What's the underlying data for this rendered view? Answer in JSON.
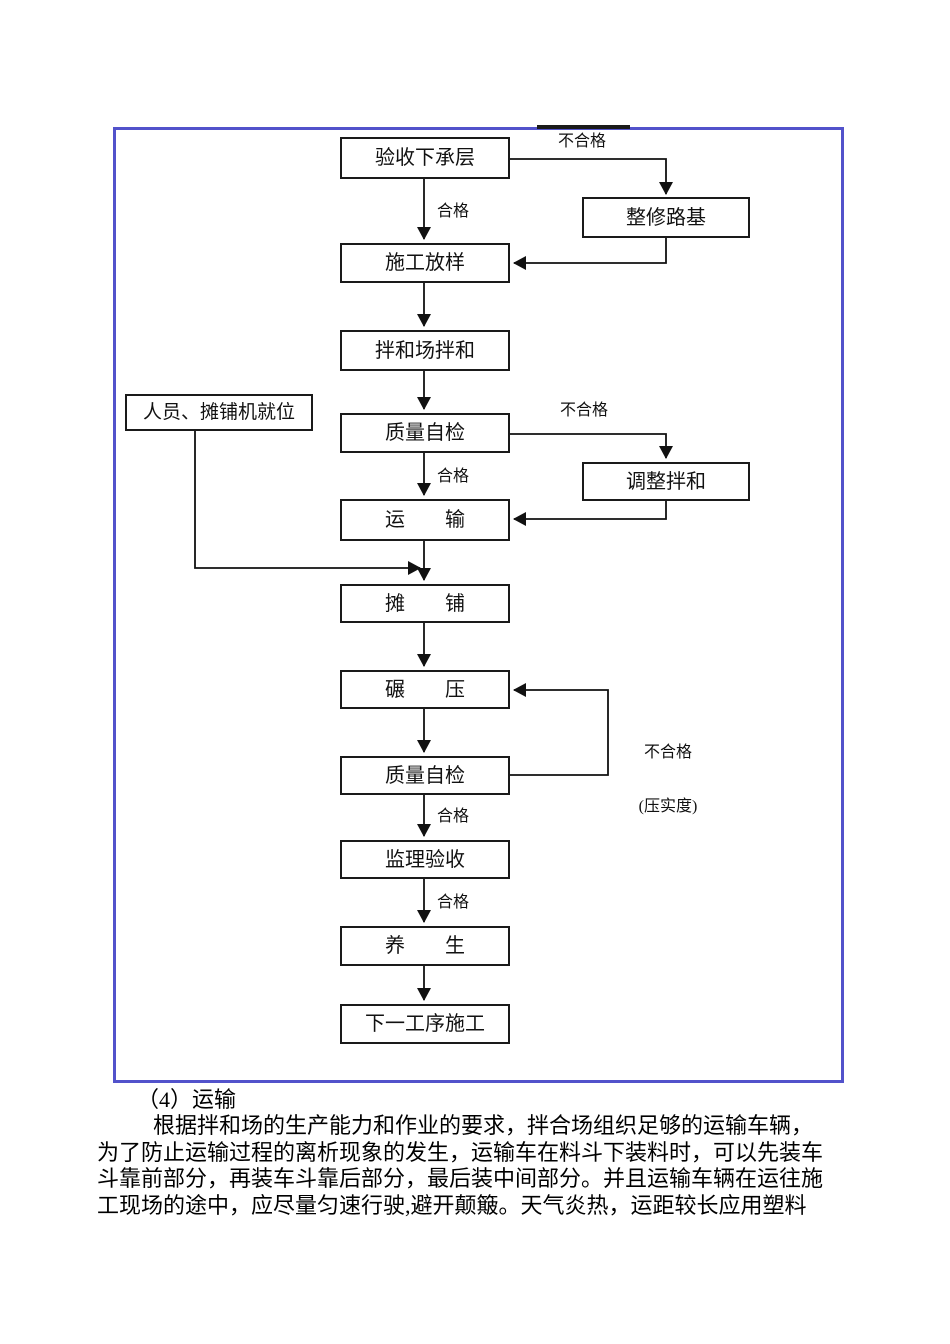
{
  "frame": {
    "border_color": "#5252cb"
  },
  "flowchart": {
    "nodes": [
      {
        "id": "accept-subbase",
        "label": "验收下承层"
      },
      {
        "id": "repair-roadbed",
        "label": "整修路基"
      },
      {
        "id": "construction-layout",
        "label": "施工放样"
      },
      {
        "id": "plant-mixing",
        "label": "拌和场拌和"
      },
      {
        "id": "crew-paver-in-place",
        "label": "人员、摊铺机就位"
      },
      {
        "id": "quality-self-check-1",
        "label": "质量自检"
      },
      {
        "id": "adjust-mixing",
        "label": "调整拌和"
      },
      {
        "id": "transport",
        "label": "运　　输"
      },
      {
        "id": "paving",
        "label": "摊　　铺"
      },
      {
        "id": "rolling",
        "label": "碾　　压"
      },
      {
        "id": "quality-self-check-2",
        "label": "质量自检"
      },
      {
        "id": "supervisor-acceptance",
        "label": "监理验收"
      },
      {
        "id": "curing",
        "label": "养　　生"
      },
      {
        "id": "next-process",
        "label": "下一工序施工"
      }
    ],
    "edge_labels": {
      "fail_top": "不合格",
      "pass_1": "合格",
      "fail_mid": "不合格",
      "pass_2": "合格",
      "fail_compaction_line1": "不合格",
      "fail_compaction_line2": "(压实度)",
      "pass_3": "合格",
      "pass_4": "合格"
    }
  },
  "text": {
    "heading": "（4）运输",
    "para_lines": [
      "根据拌和场的生产能力和作业的要求，拌合场组织足够的运输车辆，",
      "为了防止运输过程的离析现象的发生，运输车在料斗下装料时，可以先装车",
      "斗靠前部分，再装车斗靠后部分，最后装中间部分。并且运输车辆在运往施",
      "工现场的途中，应尽量匀速行驶,避开颠簸。天气炎热，运距较长应用塑料"
    ]
  }
}
